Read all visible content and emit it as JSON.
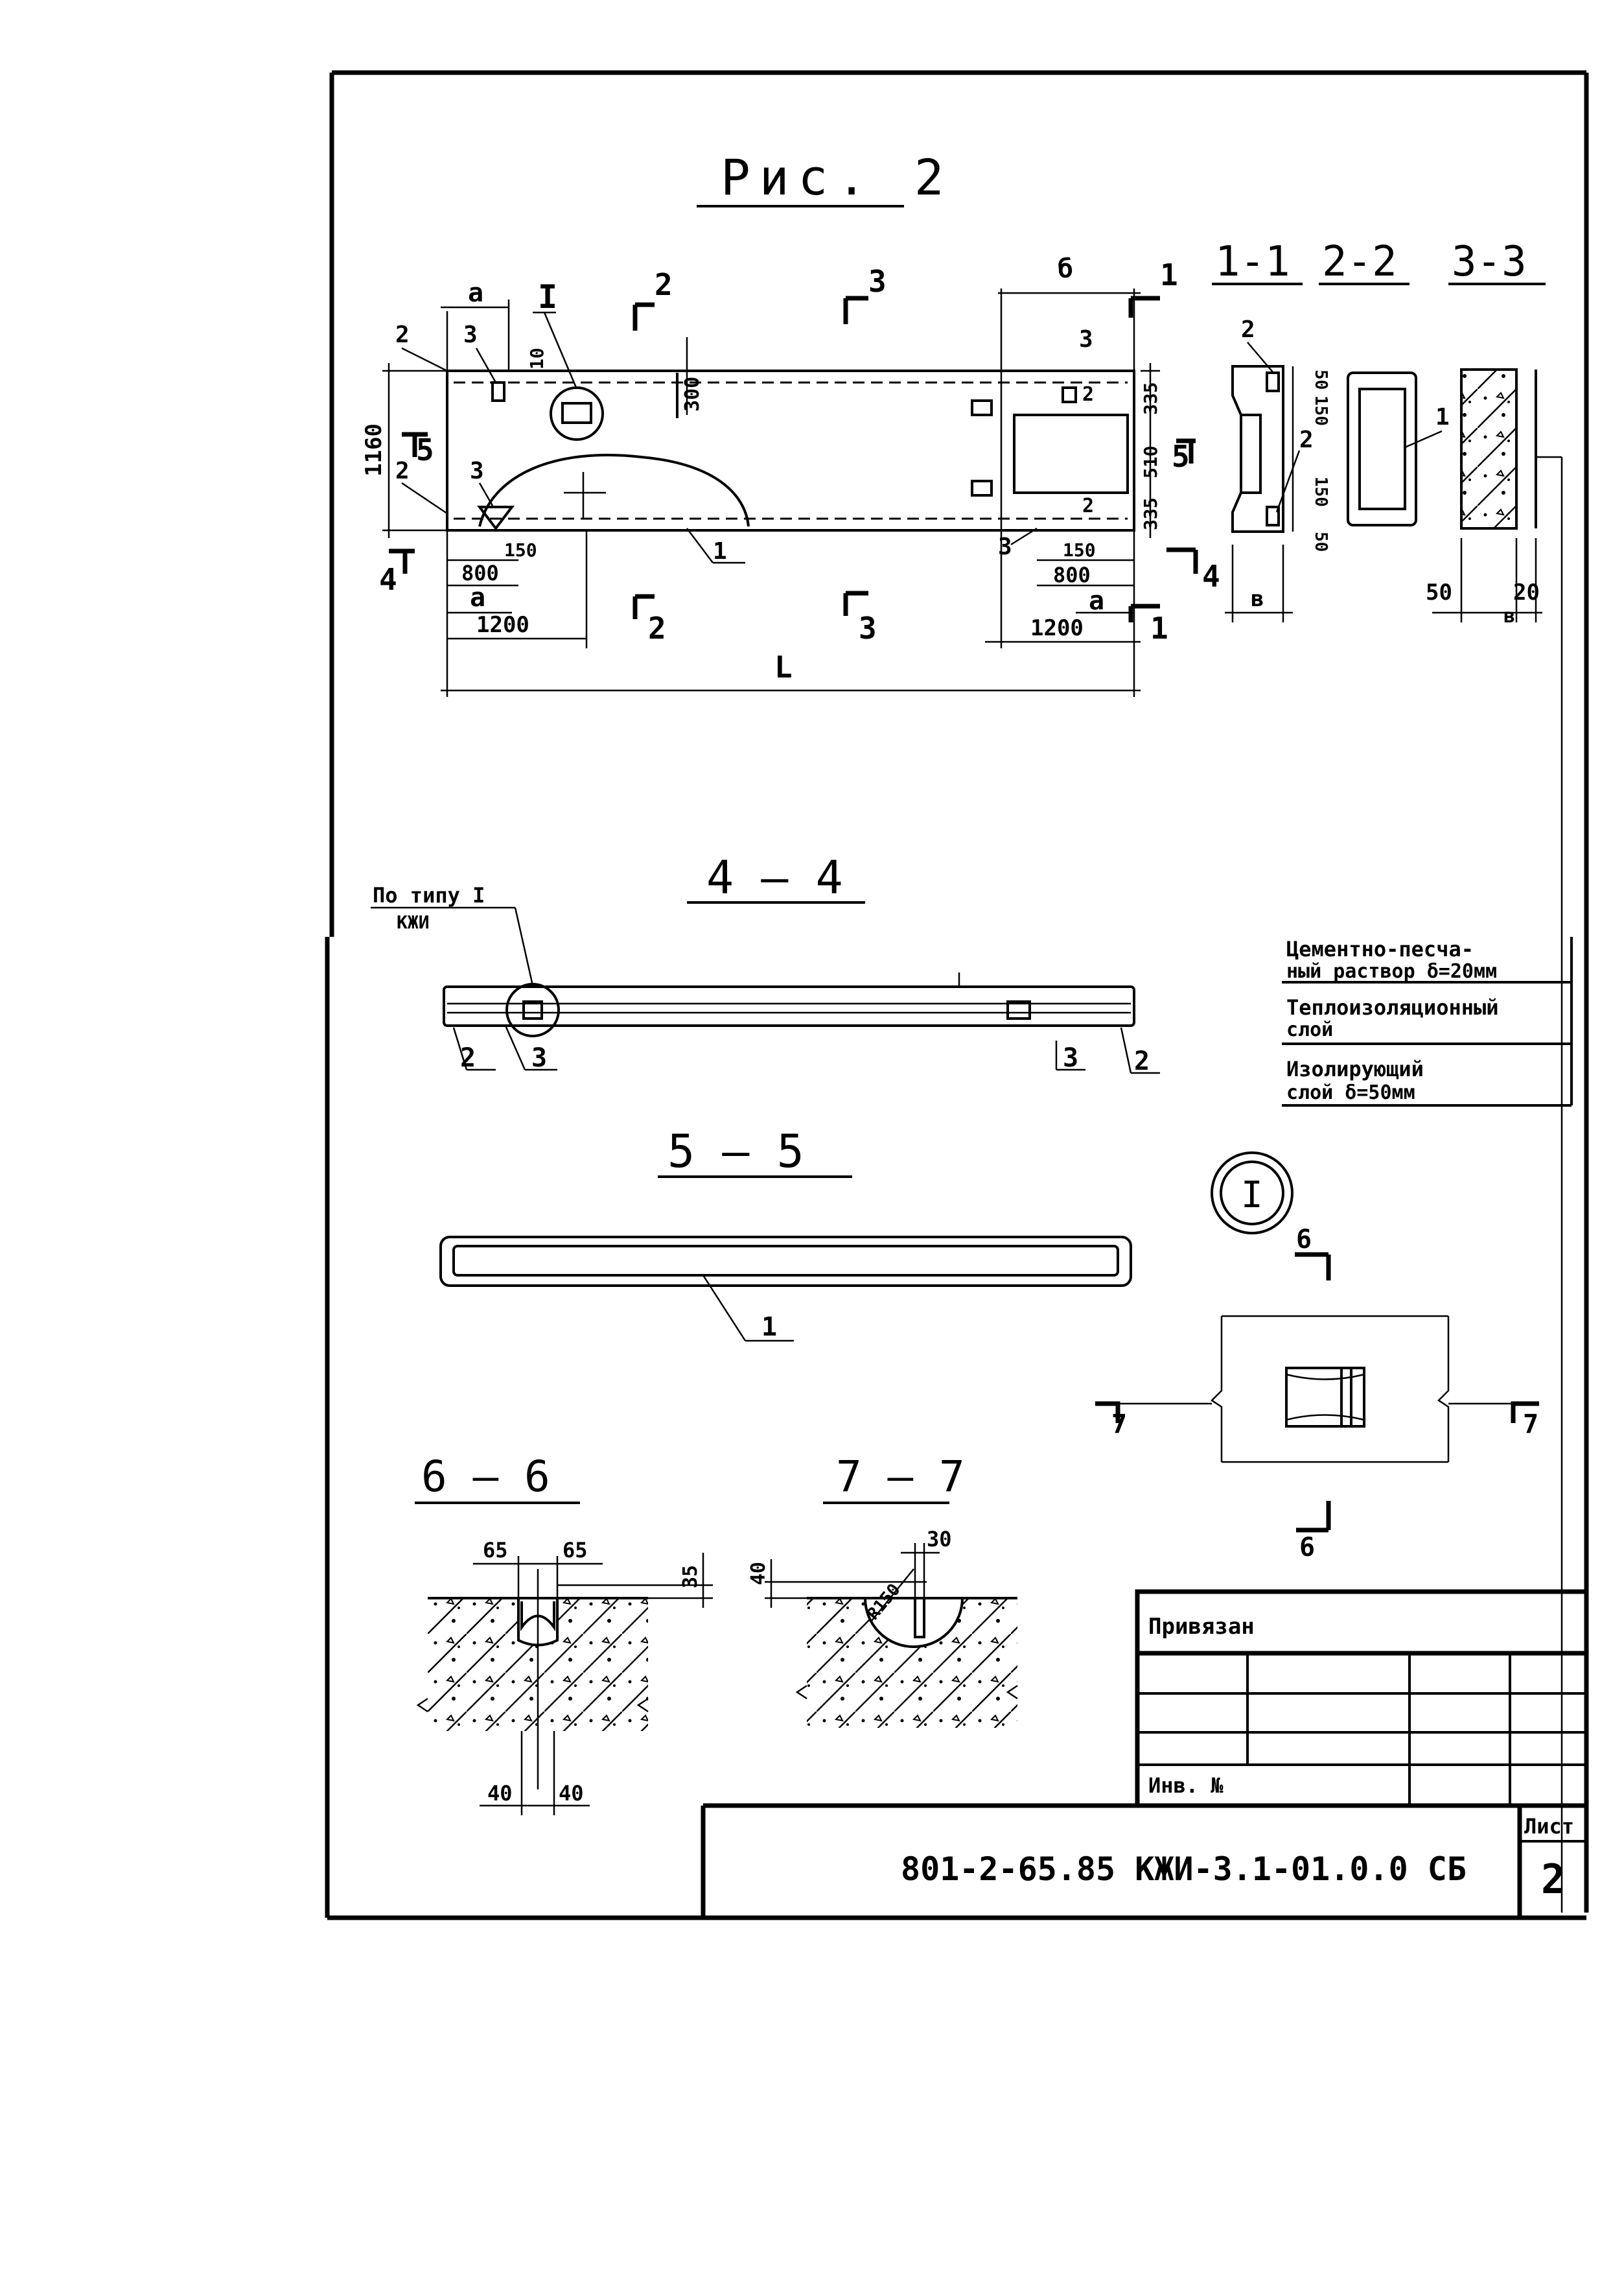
{
  "sheet": {
    "figure_title": "Рис. 2",
    "doc_code": "801-2-65.85 КЖИ-3.1-01.0.0 СБ",
    "sheet_label": "Лист",
    "sheet_number": "2",
    "stamp": {
      "attached_label": "Привязан",
      "inv_label": "Инв. №"
    }
  },
  "plan": {
    "section_marks": [
      "1",
      "2",
      "3",
      "4",
      "5"
    ],
    "detail_mark": "I",
    "dims": {
      "a": "а",
      "b": "б",
      "L": "L",
      "d1160": "1160",
      "d10": "10",
      "d300": "300",
      "d335": "335",
      "d510": "510",
      "d150": "150",
      "d800": "800",
      "d1200": "1200"
    },
    "callouts": [
      "1",
      "2",
      "3"
    ]
  },
  "sections_top": {
    "labels": [
      "1-1",
      "2-2",
      "3-3"
    ],
    "dims": {
      "d50": "50",
      "d150": "150",
      "d20": "20",
      "b": "в"
    },
    "callouts": [
      "1",
      "2"
    ]
  },
  "section_44": {
    "title": "4 – 4",
    "ref_note_line1": "По типу I",
    "ref_note_line2": "КЖИ",
    "callouts": [
      "2",
      "3",
      "3",
      "2"
    ]
  },
  "legend": {
    "layers": [
      {
        "line1": "Цементно-песча-",
        "line2": "ный раствор δ=20мм"
      },
      {
        "line1": "Теплоизоляционный",
        "line2": "слой"
      },
      {
        "line1": "Изолирующий",
        "line2": "слой       δ=50мм"
      }
    ]
  },
  "section_55": {
    "title": "5 – 5",
    "callout": "1"
  },
  "detail_I": {
    "mark": "I",
    "cut_6": "6",
    "cut_7": "7"
  },
  "section_66": {
    "title": "6 – 6",
    "dims": {
      "d65a": "65",
      "d65b": "65",
      "d35": "35",
      "d40a": "40",
      "d40b": "40"
    }
  },
  "section_77": {
    "title": "7 – 7",
    "dims": {
      "d40": "40",
      "d30": "30",
      "r": "R150"
    }
  }
}
